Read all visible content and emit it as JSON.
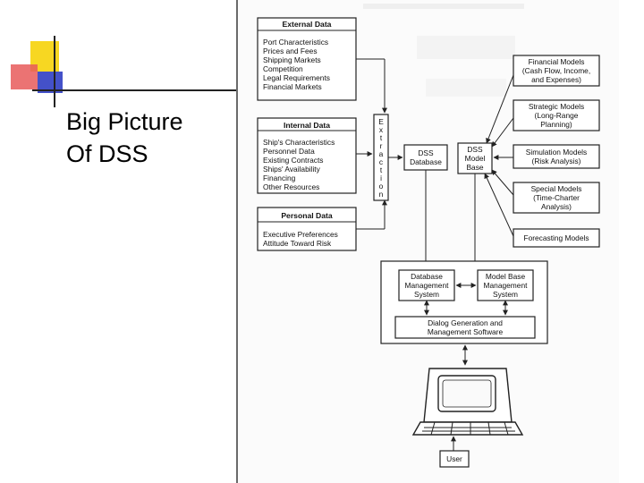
{
  "slide": {
    "title_line1": "Big Picture",
    "title_line2": "Of DSS",
    "colors": {
      "logo_yellow": "#f7d722",
      "logo_red": "#e85a5a",
      "logo_blue": "#4451c9"
    }
  },
  "diagram": {
    "external": {
      "title": "External Data",
      "items": [
        "Port Characteristics",
        "Prices and Fees",
        "Shipping Markets",
        "Competition",
        "Legal Requirements",
        "Financial Markets"
      ]
    },
    "internal": {
      "title": "Internal Data",
      "items": [
        "Ship's Characteristics",
        "Personnel Data",
        "Existing Contracts",
        "Ships' Availability",
        "Financing",
        "Other Resources"
      ]
    },
    "personal": {
      "title": "Personal Data",
      "items": [
        "Executive Preferences",
        "Attitude Toward Risk"
      ]
    },
    "extraction": [
      "E",
      "x",
      "t",
      "r",
      "a",
      "c",
      "t",
      "i",
      "o",
      "n"
    ],
    "dss_database": [
      "DSS",
      "Database"
    ],
    "dss_model_base": [
      "DSS",
      "Model",
      "Base"
    ],
    "models": [
      [
        "Financial Models",
        "(Cash Flow, Income,",
        "and Expenses)"
      ],
      [
        "Strategic Models",
        "(Long-Range",
        "Planning)"
      ],
      [
        "Simulation Models",
        "(Risk Analysis)"
      ],
      [
        "Special Models",
        "(Time-Charter",
        "Analysis)"
      ],
      [
        "Forecasting Models"
      ]
    ],
    "dbms": [
      "Database",
      "Management",
      "System"
    ],
    "mbms": [
      "Model Base",
      "Management",
      "System"
    ],
    "dialog": [
      "Dialog Generation and",
      "Management Software"
    ],
    "user": "User"
  }
}
